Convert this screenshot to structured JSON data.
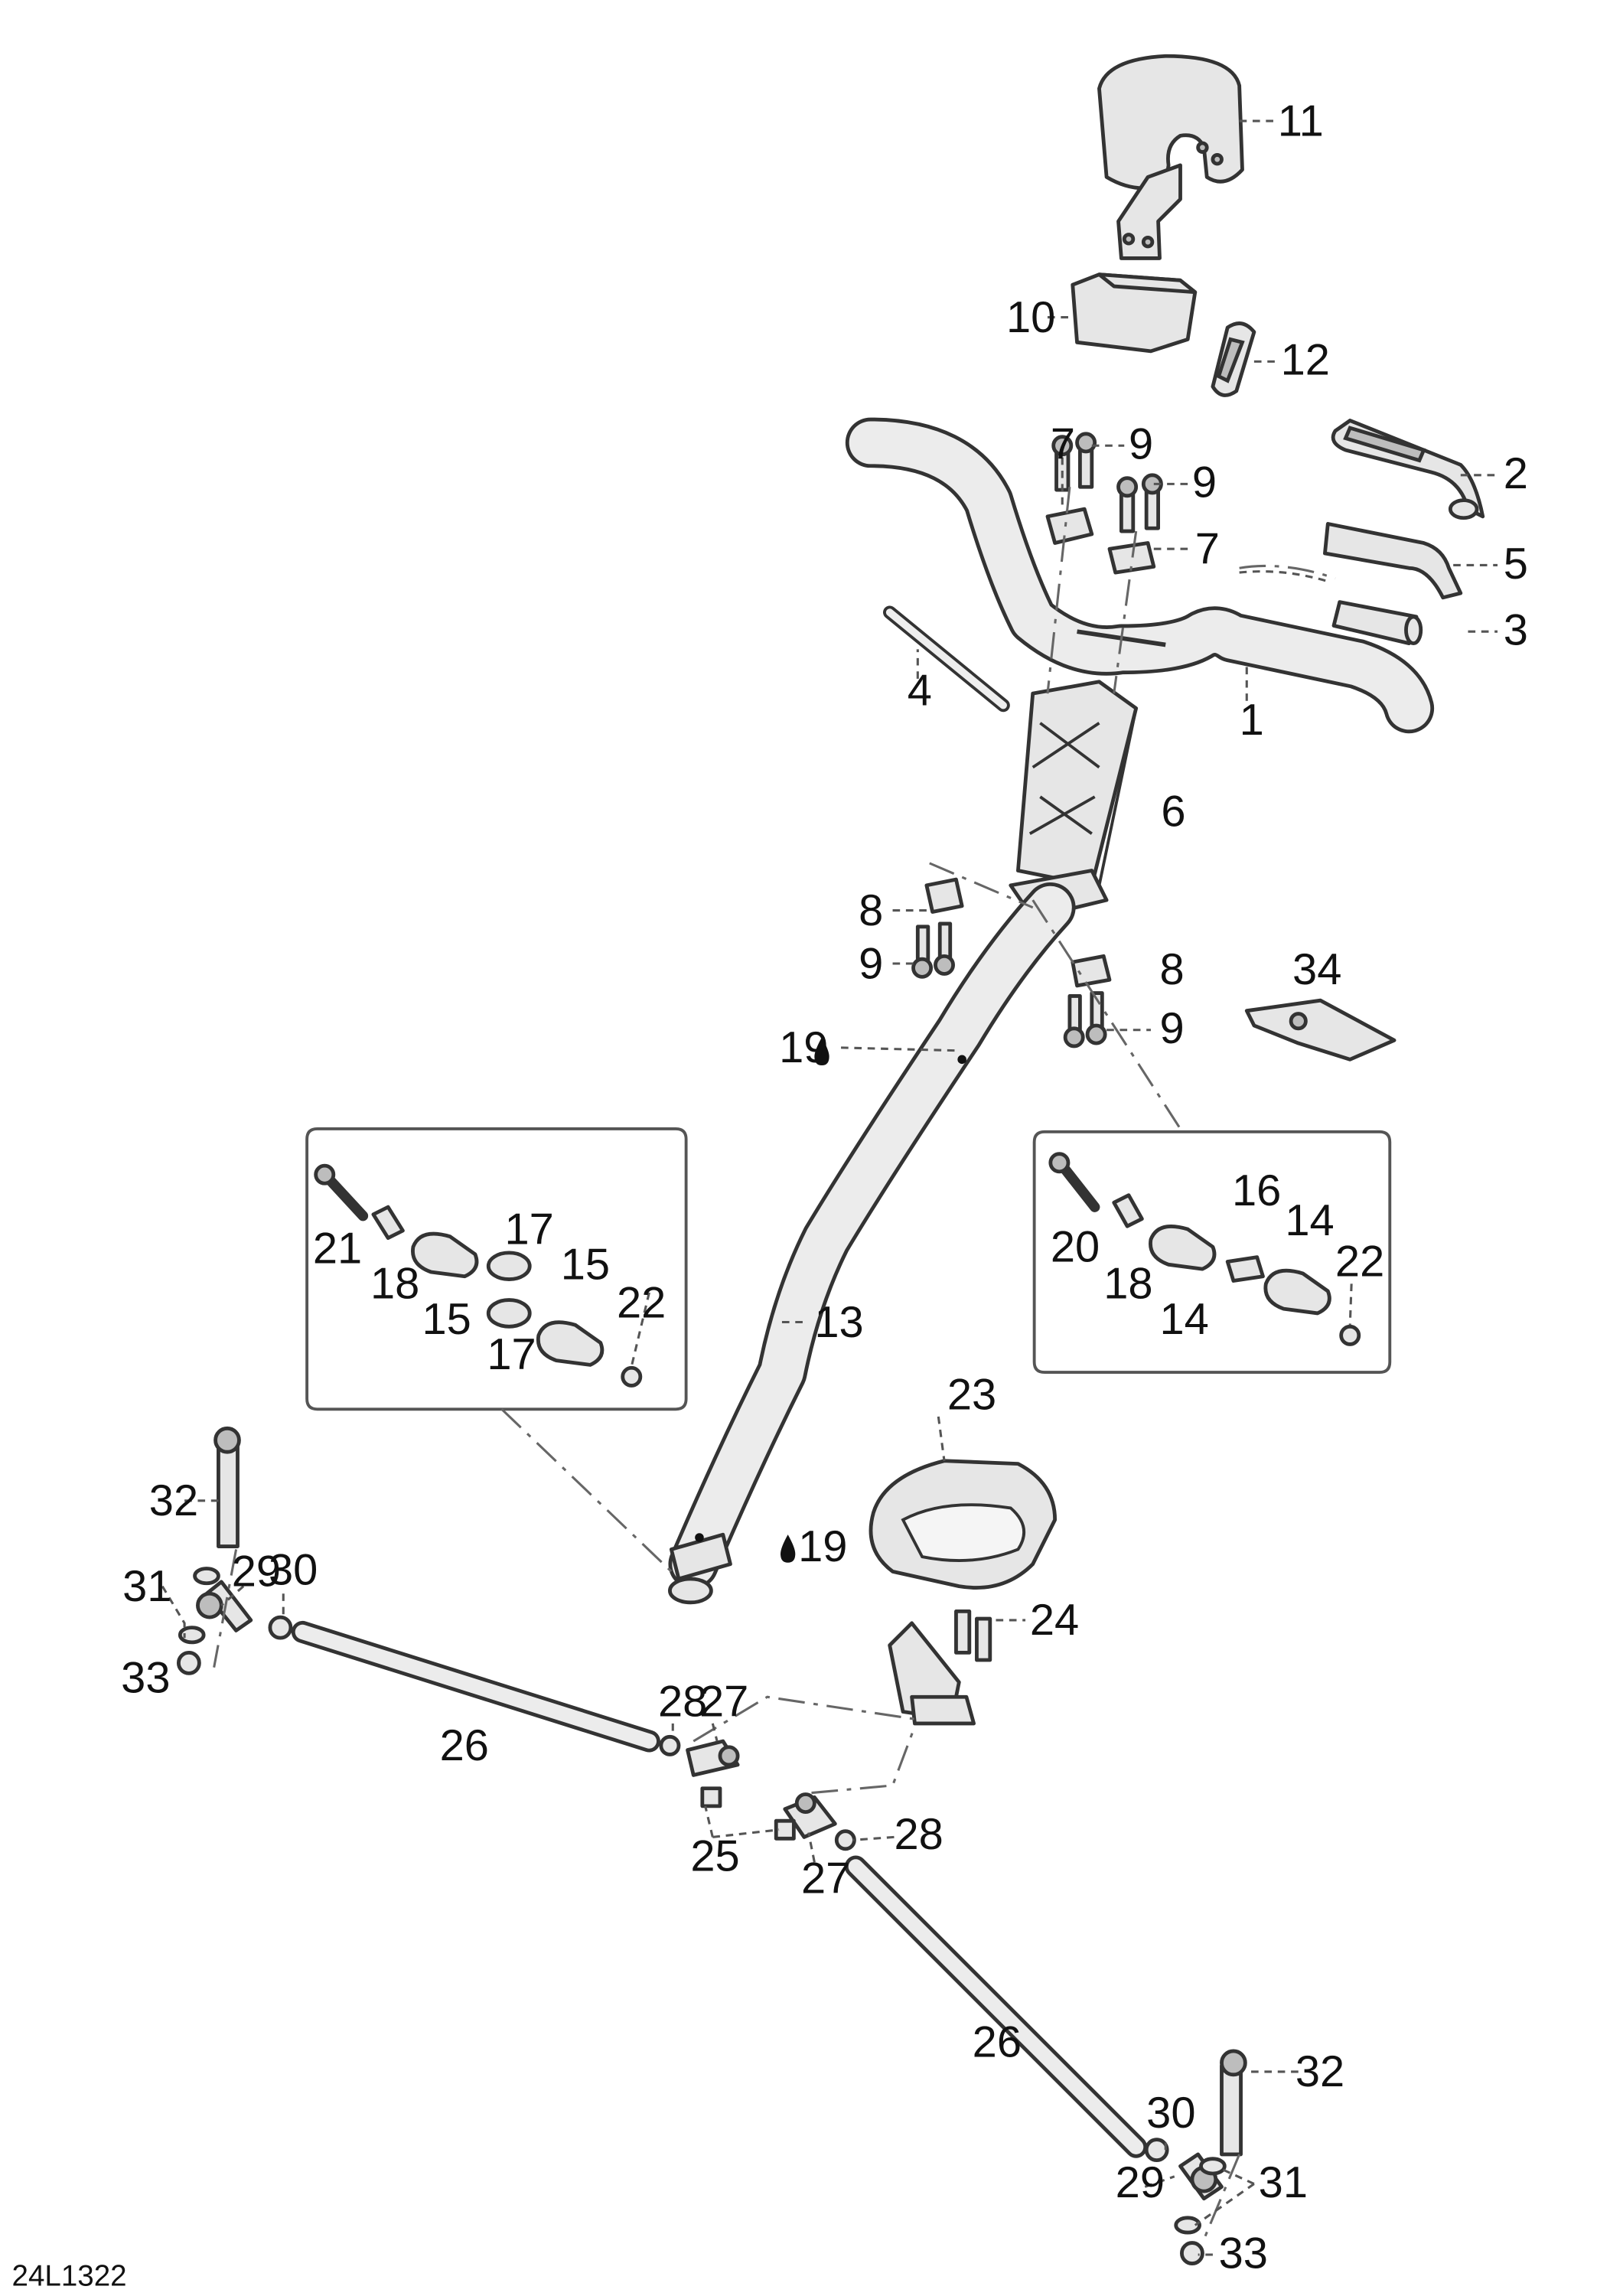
{
  "diagram": {
    "reference_code": "24L1322",
    "callouts": {
      "c1": "1",
      "c2": "2",
      "c3": "3",
      "c4": "4",
      "c5": "5",
      "c6": "6",
      "c7a": "7",
      "c7b": "7",
      "c8a": "8",
      "c8b": "8",
      "c9a": "9",
      "c9b": "9",
      "c9c": "9",
      "c9d": "9",
      "c10": "10",
      "c11": "11",
      "c12": "12",
      "c13": "13",
      "c14a": "14",
      "c14b": "14",
      "c15a": "15",
      "c15b": "15",
      "c16": "16",
      "c17a": "17",
      "c17b": "17",
      "c18a": "18",
      "c18b": "18",
      "c19a": "19",
      "c19b": "19",
      "c20": "20",
      "c21": "21",
      "c22a": "22",
      "c22b": "22",
      "c23": "23",
      "c24": "24",
      "c25": "25",
      "c26a": "26",
      "c26b": "26",
      "c27a": "27",
      "c27b": "27",
      "c28a": "28",
      "c28b": "28",
      "c29a": "29",
      "c29b": "29",
      "c30a": "30",
      "c30b": "30",
      "c31a": "31",
      "c31b": "31",
      "c32a": "32",
      "c32b": "32",
      "c33a": "33",
      "c33b": "33",
      "c34": "34"
    }
  }
}
